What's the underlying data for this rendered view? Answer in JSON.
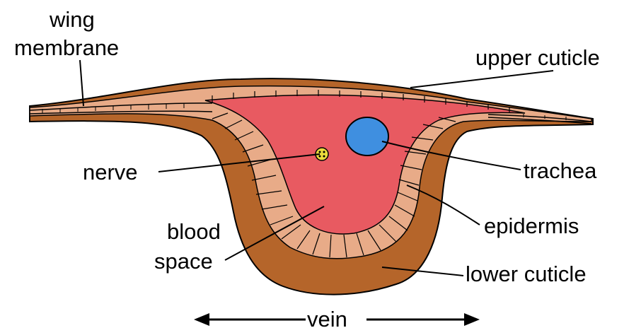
{
  "labels": {
    "wing_membrane_line1": "wing",
    "wing_membrane_line2": "membrane",
    "upper_cuticle": "upper cuticle",
    "nerve": "nerve",
    "trachea": "trachea",
    "epidermis": "epidermis",
    "blood_space_line1": "blood",
    "blood_space_line2": "space",
    "lower_cuticle": "lower cuticle",
    "vein": "vein"
  },
  "colors": {
    "cuticle": "#b5652a",
    "epidermis": "#e8ab88",
    "blood_space": "#e85a61",
    "trachea": "#3f8fe0",
    "nerve": "#eadb3c",
    "outline": "#000000"
  }
}
